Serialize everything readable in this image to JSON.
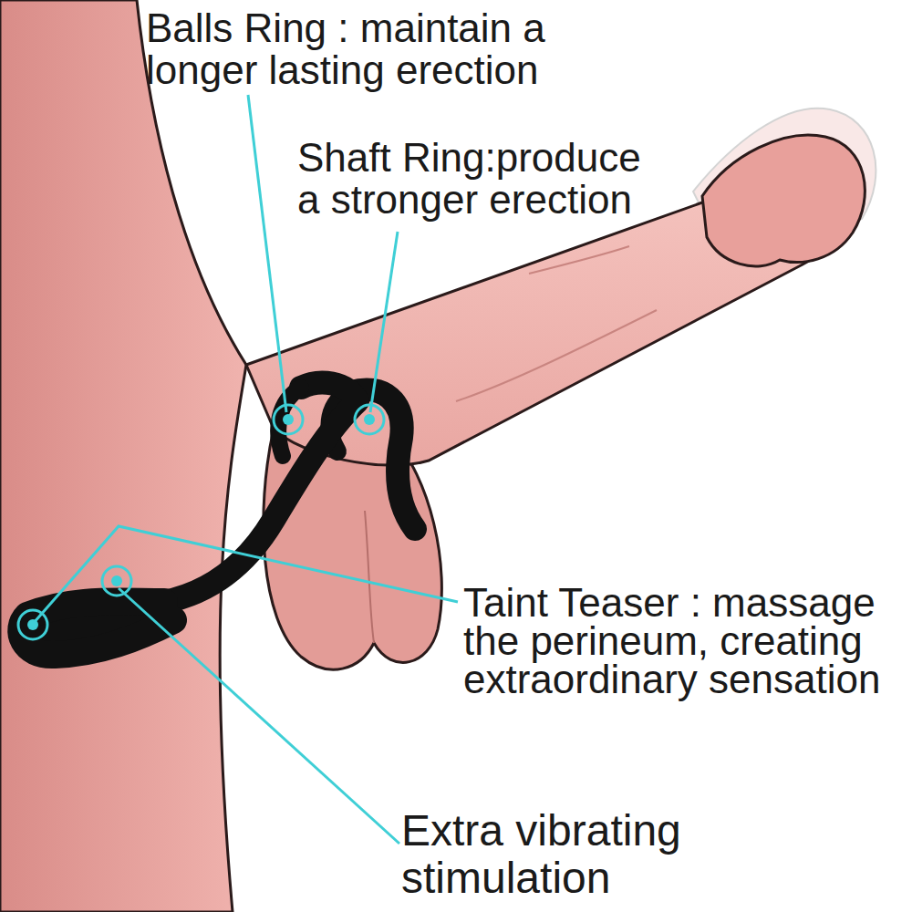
{
  "diagram": {
    "labels": [
      "Balls Ring : maintain a longer lasting erection",
      "Shaft Ring:produce a stronger erection",
      "Taint Teaser : massage the perineum, creating extraordinary sensation",
      "Extra vibrating stimulation"
    ]
  }
}
